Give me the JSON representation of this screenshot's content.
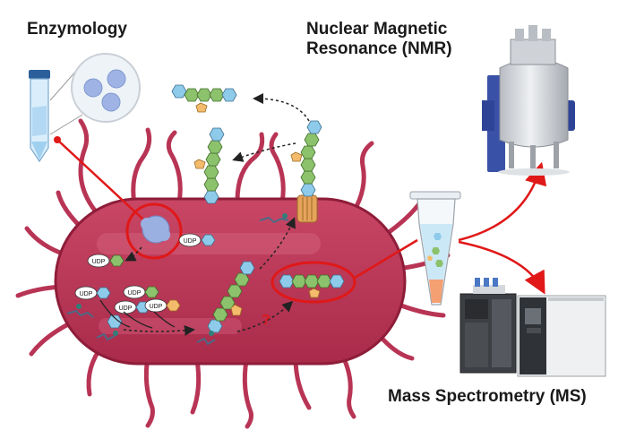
{
  "labels": {
    "enzymology": "Enzymology",
    "nmr": "Nuclear Magnetic\nResonance (NMR)",
    "ms": "Mass Spectrometry (MS)",
    "udp": "UDP",
    "question": "?"
  },
  "colors": {
    "cell_body": "#c23a5a",
    "cell_border": "#8e1d39",
    "arrow_red": "#e01818",
    "hexagon_blue": "#8ecbea",
    "hexagon_green": "#8dc26c",
    "pentagon_orange": "#f4bb6c",
    "enzyme_blue": "#9ab0e0"
  },
  "icons": [
    "protein-crystal-tube-icon",
    "magnifier-circle-icon",
    "nmr-spectrometer-icon",
    "microcentrifuge-tube-icon",
    "lc-ms-instrument-icon",
    "transporter-channel-icon"
  ]
}
